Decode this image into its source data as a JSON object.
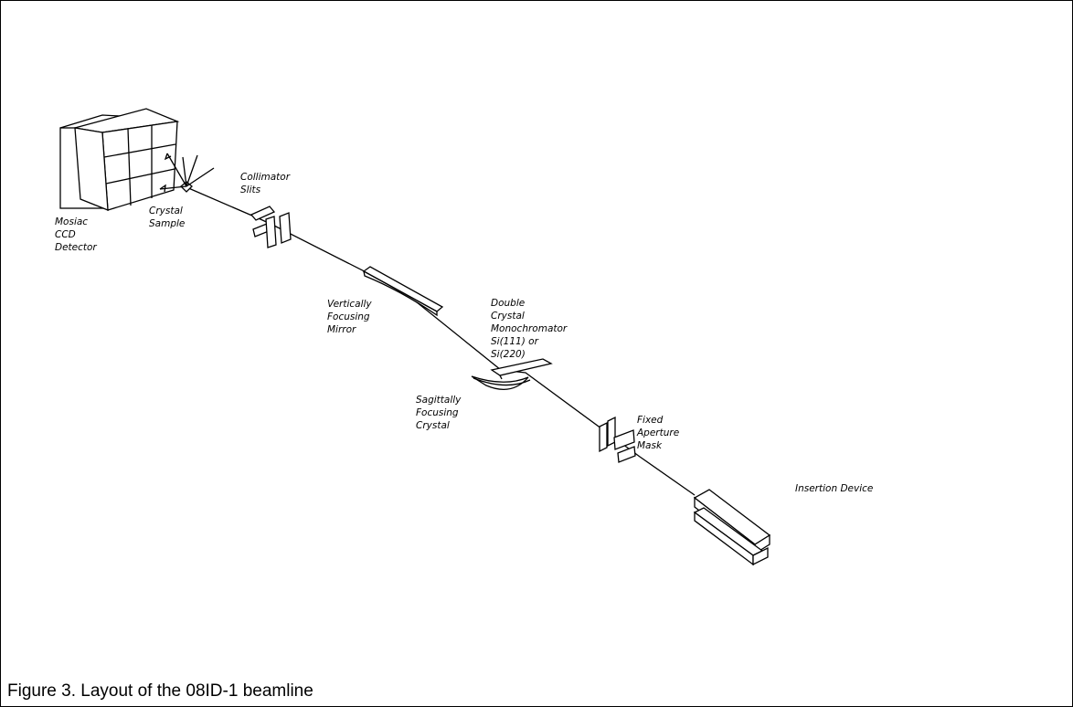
{
  "labels": {
    "detector": [
      "Mosiac",
      "CCD",
      "Detector"
    ],
    "sample": [
      "Crystal",
      "Sample"
    ],
    "slits": [
      "Collimator",
      "Slits"
    ],
    "mirror": [
      "Vertically",
      "Focusing",
      "Mirror"
    ],
    "monochromator": [
      "Double",
      "Crystal",
      "Monochromator",
      "Si(111)  or",
      "Si(220)"
    ],
    "sagittal": [
      "Sagittally",
      "Focusing",
      "Crystal"
    ],
    "mask": [
      "Fixed",
      "Aperture",
      "Mask"
    ],
    "insertion": [
      "Insertion  Device"
    ]
  },
  "caption": "Figure 3. Layout of the 08ID-1 beamline"
}
